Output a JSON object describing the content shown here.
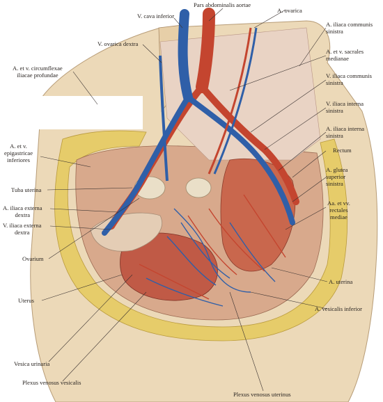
{
  "labels": {
    "pars_abdominalis": "Pars abdominalis aortae",
    "v_cava_inferior": "V. cava inferior",
    "a_ovarica": "A. ovarica",
    "a_iliaca_communis_sin": [
      "A. iliaca communis",
      "sinistra"
    ],
    "v_ovarica_dextra": "V. ovarica dextra",
    "a_v_sacrales": [
      "A. et v. sacrales",
      "medianae"
    ],
    "a_v_circumflexae": [
      "A. et v. circumflexae",
      "iliacae profundae"
    ],
    "v_iliaca_communis_sin": [
      "V. iliaca communis",
      "sinistra"
    ],
    "v_iliaca_interna_sin": [
      "V. iliaca interna",
      "sinistra"
    ],
    "a_iliaca_interna_sin": [
      "A. iliaca interna",
      "sinistra"
    ],
    "a_v_epigastricae": [
      "A. et v.",
      "epigastricae",
      "inferiores"
    ],
    "rectum": "Rectum",
    "a_glutea": [
      "A. glutea",
      "superior",
      "sinistra"
    ],
    "tuba_uterina": "Tuba uterina",
    "a_iliaca_externa_dex": [
      "A. iliaca externa",
      "dextra"
    ],
    "aa_vv_rectales": [
      "Aa. et vv.",
      "rectales",
      "mediae"
    ],
    "v_iliaca_externa_dex": [
      "V. iliaca externa",
      "dextra"
    ],
    "ovarium": "Ovarium",
    "a_uterina": "A. uterina",
    "uterus": "Uterus",
    "a_vesicalis": "A. vesicalis inferior",
    "vesica_urinaria": "Vesica urinaria",
    "plexus_vesicalis": "Plexus venosus vesicalis",
    "plexus_uterinus": "Plexus venosus uterinus"
  },
  "colors": {
    "artery": "#c4452f",
    "vein": "#2f5fa8",
    "skin": "#ecd9b8",
    "fat": "#e6cc6a",
    "muscle": "#b5563f",
    "leader": "#3a3230"
  }
}
